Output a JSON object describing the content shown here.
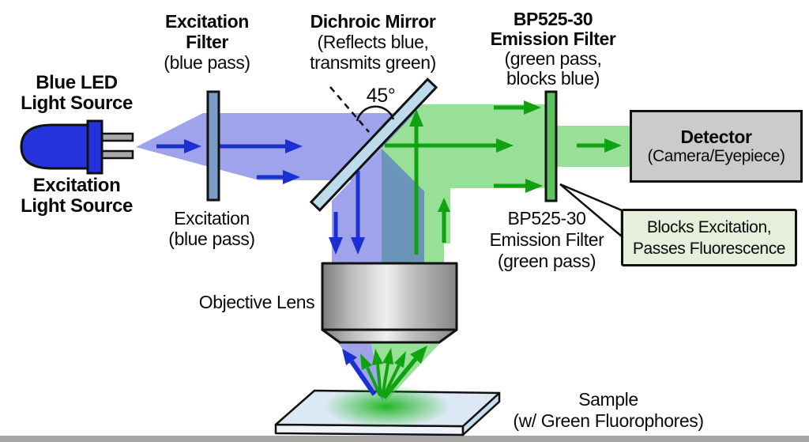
{
  "labels": {
    "led": {
      "line1": "Blue LED",
      "line2": "Light Source"
    },
    "excitation_source": {
      "line1": "Excitation",
      "line2": "Light Source"
    },
    "excitation_filter": {
      "line1": "Excitation",
      "line2": "Filter",
      "line3": "(blue pass)"
    },
    "excitation_beam": {
      "line1": "Excitation",
      "line2": "(blue pass)"
    },
    "dichroic": {
      "line1": "Dichroic Mirror",
      "line2": "(Reflects blue,",
      "line3": "transmits green)"
    },
    "angle": "45°",
    "emission_filter": {
      "line1": "BP525-30",
      "line2": "Emission Filter",
      "line3": "(green pass,",
      "line4": "blocks blue)"
    },
    "emission_filter_caption": {
      "line1": "BP525-30",
      "line2": "Emission Filter",
      "line3": "(green pass)"
    },
    "detector": {
      "line1": "Detector",
      "line2": "(Camera/Eyepiece)"
    },
    "callout": {
      "line1": "Blocks Excitation,",
      "line2": "Passes Fluorescence"
    },
    "objective": "Objective Lens",
    "sample": {
      "line1": "Sample",
      "line2": "(w/ Green Fluorophores)"
    }
  },
  "colors": {
    "beam_blue": "rgba(62,72,218,0.5)",
    "beam_green": "rgba(58,196,58,0.52)",
    "arrow_blue": "#1c30d2",
    "arrow_green": "#11a211",
    "mirror_glass": "#bedbec",
    "excitation_filter_glass": "#7b9cc7",
    "emission_filter_glass": "#5ec15f",
    "detector_box": "#cbcbcb",
    "callout_box": "#e5efdc",
    "led_body": "#2533dd",
    "led_pin": "#a8a8a8",
    "slide_top": "#dce9f5",
    "slide_front": "#eef4fa",
    "slide_side": "#cadded",
    "glow_green": "#17b517",
    "outline": "#111111"
  }
}
